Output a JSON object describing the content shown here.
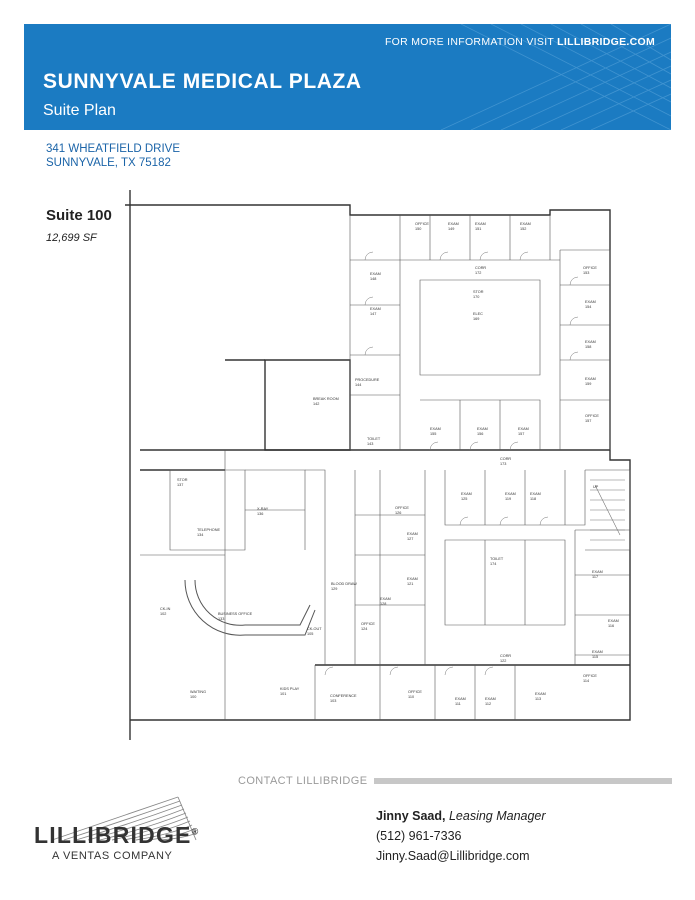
{
  "header": {
    "info_prefix": "FOR MORE INFORMATION VISIT ",
    "info_site": "LILLIBRIDGE.COM",
    "title": "SUNNYVALE MEDICAL PLAZA",
    "subtitle": "Suite Plan",
    "brand_color": "#1b7bc2"
  },
  "address": {
    "line1": "341 WHEATFIELD DRIVE",
    "line2": "SUNNYVALE, TX 75182"
  },
  "suite": {
    "name": "Suite 100",
    "area": "12,699 SF"
  },
  "floor_plan": {
    "rooms": [
      {
        "name": "OFFICE",
        "num": "150"
      },
      {
        "name": "EXAM",
        "num": "149"
      },
      {
        "name": "EXAM",
        "num": "151"
      },
      {
        "name": "EXAM",
        "num": "152"
      },
      {
        "name": "EXAM",
        "num": "148"
      },
      {
        "name": "EXAM",
        "num": "147"
      },
      {
        "name": "CORR",
        "num": "172"
      },
      {
        "name": "STOR",
        "num": "170"
      },
      {
        "name": "ELEC",
        "num": "169"
      },
      {
        "name": "PROCEDURE",
        "num": "144"
      },
      {
        "name": "BREAK ROOM",
        "num": "142"
      },
      {
        "name": "TOILET",
        "num": "143"
      },
      {
        "name": "EXAM",
        "num": "155"
      },
      {
        "name": "EXAM",
        "num": "156"
      },
      {
        "name": "EXAM",
        "num": "157"
      },
      {
        "name": "OFFICE",
        "num": "153"
      },
      {
        "name": "EXAM",
        "num": "154"
      },
      {
        "name": "EXAM",
        "num": "158"
      },
      {
        "name": "EXAM",
        "num": "159"
      },
      {
        "name": "OFFICE",
        "num": "157"
      },
      {
        "name": "CORR",
        "num": "173"
      },
      {
        "name": "STOR",
        "num": "137"
      },
      {
        "name": "X-RAY",
        "num": "136"
      },
      {
        "name": "TELEPHONE",
        "num": "134"
      },
      {
        "name": "OFFICE",
        "num": "126"
      },
      {
        "name": "EXAM",
        "num": "125"
      },
      {
        "name": "EXAM",
        "num": "119"
      },
      {
        "name": "EXAM",
        "num": "118"
      },
      {
        "name": "EXAM",
        "num": "121"
      },
      {
        "name": "EXAM",
        "num": "127"
      },
      {
        "name": "EXAM",
        "num": "128"
      },
      {
        "name": "BLOOD DRAW",
        "num": "129"
      },
      {
        "name": "OFFICE",
        "num": "124"
      },
      {
        "name": "BUSINESS OFFICE",
        "num": "133"
      },
      {
        "name": "CK-IN",
        "num": "102"
      },
      {
        "name": "CK-OUT",
        "num": "105"
      },
      {
        "name": "WAITING",
        "num": "100"
      },
      {
        "name": "KIDS PLAY",
        "num": "101"
      },
      {
        "name": "CONFERENCE",
        "num": "103"
      },
      {
        "name": "OFFICE",
        "num": "110"
      },
      {
        "name": "EXAM",
        "num": "111"
      },
      {
        "name": "EXAM",
        "num": "112"
      },
      {
        "name": "EXAM",
        "num": "113"
      },
      {
        "name": "EXAM",
        "num": "117"
      },
      {
        "name": "EXAM",
        "num": "116"
      },
      {
        "name": "EXAM",
        "num": "115"
      },
      {
        "name": "OFFICE",
        "num": "114"
      },
      {
        "name": "CORR",
        "num": "122"
      },
      {
        "name": "TOILET",
        "num": "174"
      },
      {
        "name": "UP",
        "num": ""
      }
    ]
  },
  "contact": {
    "label": "CONTACT LILLIBRIDGE",
    "name": "Jinny Saad,",
    "role": " Leasing Manager",
    "phone": "(512) 961-7336",
    "email": "Jinny.Saad@Lillibridge.com"
  },
  "logo": {
    "wordmark": "LILLIBRIDGE",
    "reg": "®",
    "tagline": "A VENTAS COMPANY"
  }
}
